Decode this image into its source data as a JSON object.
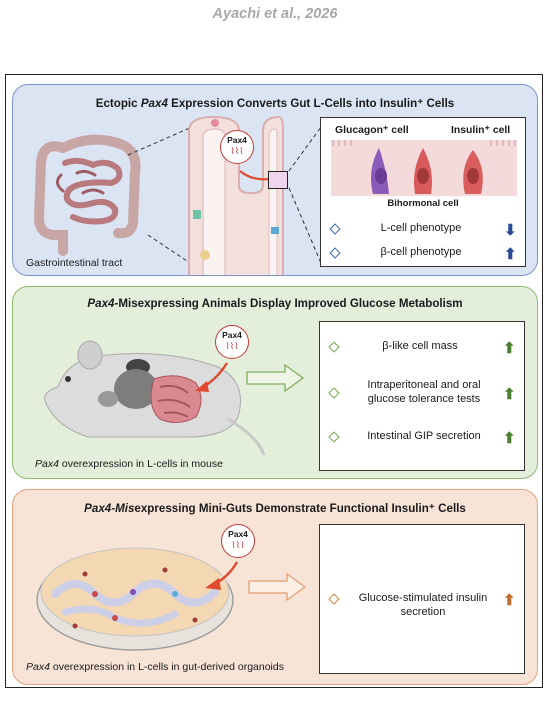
{
  "citation": "Ayachi et al., 2026",
  "panel1": {
    "title_italic": "Pax4",
    "title_before": "Ectopic ",
    "title_after": " Expression Converts Gut L-Cells into Insulin⁺ Cells",
    "caption": "Gastrointestinal tract",
    "gene_label": "Pax4",
    "glucagon_label": "Glucagon⁺ cell",
    "insulin_label": "Insulin⁺ cell",
    "bihormonal_label": "Bihormonal cell",
    "rows": [
      {
        "text": "L-cell phenotype",
        "direction": "down"
      },
      {
        "text": "β-cell phenotype",
        "direction": "up"
      }
    ],
    "colors": {
      "diamond": "#3f66b0",
      "arrow": "#2a4a94"
    }
  },
  "panel2": {
    "title_italic": "Pax4",
    "title_after": "-Misexpressing Animals Display Improved Glucose Metabolism",
    "caption_italic": "Pax4",
    "caption_after": " overexpression in L-cells in mouse",
    "gene_label": "Pax4",
    "rows": [
      {
        "text": "β-like cell mass",
        "direction": "up"
      },
      {
        "text": "Intraperitoneal and oral glucose tolerance tests",
        "direction": "up"
      },
      {
        "text": "Intestinal GIP secretion",
        "direction": "up"
      }
    ],
    "colors": {
      "diamond": "#6fa84f",
      "arrow": "#4b7f34"
    }
  },
  "panel3": {
    "title_italic": "Pax4-Mis",
    "title_after": "expressing Mini-Guts Demonstrate Functional Insulin⁺ Cells",
    "caption_italic": "Pax4",
    "caption_after": " overexpression in L-cells in gut-derived organoids",
    "gene_label": "Pax4",
    "rows": [
      {
        "text": "Glucose-stimulated insulin secretion",
        "direction": "up"
      }
    ],
    "colors": {
      "diamond": "#d98336",
      "arrow": "#c0702e"
    }
  }
}
